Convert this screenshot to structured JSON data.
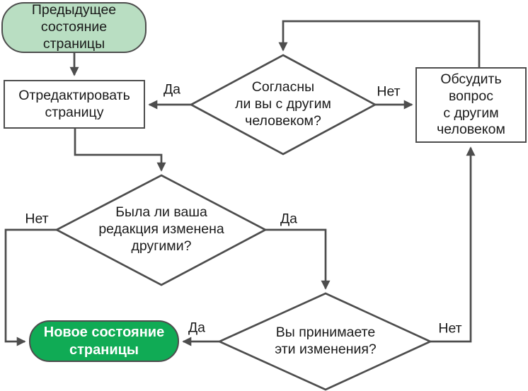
{
  "diagram": {
    "type": "flowchart",
    "language": "ru",
    "topic": "Wiki page editing consensus cycle",
    "colors": {
      "start_fill": "#b9dec2",
      "end_fill": "#10ab55",
      "stroke": "#4d4d4d",
      "text": "#1a1a1a",
      "end_text": "#ffffff",
      "background": "#ffffff"
    },
    "nodes": {
      "previous_state": {
        "type": "terminal-start",
        "label": "Предыдущее\nсостояние\nстраницы"
      },
      "edit_page": {
        "type": "process",
        "label": "Отредактировать\nстраницу"
      },
      "agree": {
        "type": "decision",
        "label": "Согласны\nли вы с другим\nчеловеком?"
      },
      "discuss": {
        "type": "process",
        "label": "Обсудить\nвопрос\nс другим\nчеловеком"
      },
      "edit_changed": {
        "type": "decision",
        "label": "Была ли ваша\nредакция изменена\nдругими?"
      },
      "accept_changes": {
        "type": "decision",
        "label": "Вы принимаете\nэти изменения?"
      },
      "new_state": {
        "type": "terminal-end",
        "label": "Новое состояние\nстраницы"
      }
    },
    "edge_labels": {
      "agree_yes": "Да",
      "agree_no": "Нет",
      "changed_no": "Нет",
      "changed_yes": "Да",
      "accept_yes": "Да",
      "accept_no": "Нет"
    }
  }
}
